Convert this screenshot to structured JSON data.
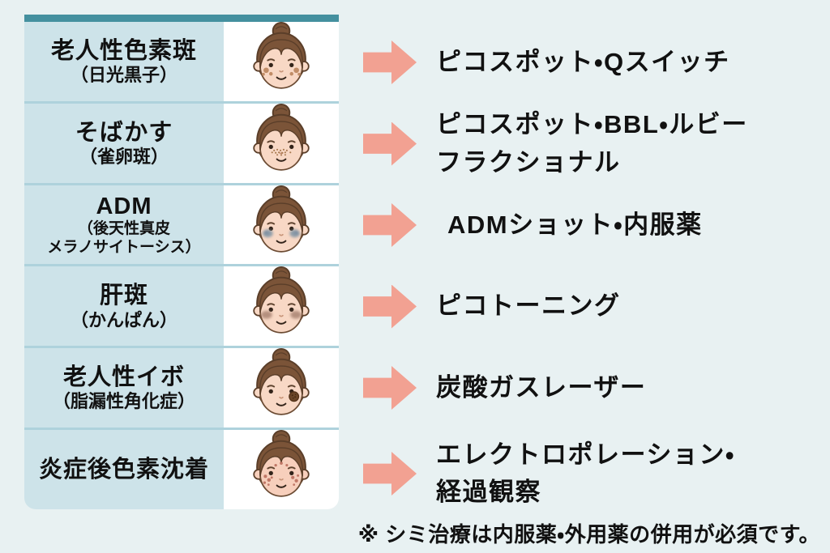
{
  "page": {
    "background": "#e8f1f2",
    "note": "※ シミ治療は内服薬・外用薬の併用が必須です。"
  },
  "colors": {
    "header_bar": "#44909f",
    "condition_cell_bg": "#cde3e9",
    "row_divider": "#aed2dc",
    "face_cell_bg": "#ffffff",
    "arrow": "#f2a192",
    "text": "#111111",
    "hair": "#7b5438",
    "skin": "#f8d8c5"
  },
  "rows": [
    {
      "condition": "老人性色素斑",
      "condition_sub": "（日光黒子）",
      "face": "senile-lentigo-face",
      "treatment": "ピコスポット・Qスイッチ"
    },
    {
      "condition": "そばかす",
      "condition_sub": "（雀卵斑）",
      "face": "freckles-face",
      "treatment": "ピコスポット・BBL・ルビー",
      "treatment_line2": "フラクショナル"
    },
    {
      "condition": "ADM",
      "condition_sub": "（後天性真皮",
      "condition_sub2": "メラノサイトーシス）",
      "face": "adm-face",
      "treatment": "ADMショット・内服薬"
    },
    {
      "condition": "肝斑",
      "condition_sub": "（かんぱん）",
      "face": "melasma-face",
      "treatment": "ピコトーニング"
    },
    {
      "condition": "老人性イボ",
      "condition_sub": "（脂漏性角化症）",
      "face": "seborrheic-keratosis-face",
      "treatment": "炭酸ガスレーザー"
    },
    {
      "condition": "炎症後色素沈着",
      "face": "pih-face",
      "treatment": "エレクトロポレーション・",
      "treatment_line2": "経過観察"
    }
  ]
}
